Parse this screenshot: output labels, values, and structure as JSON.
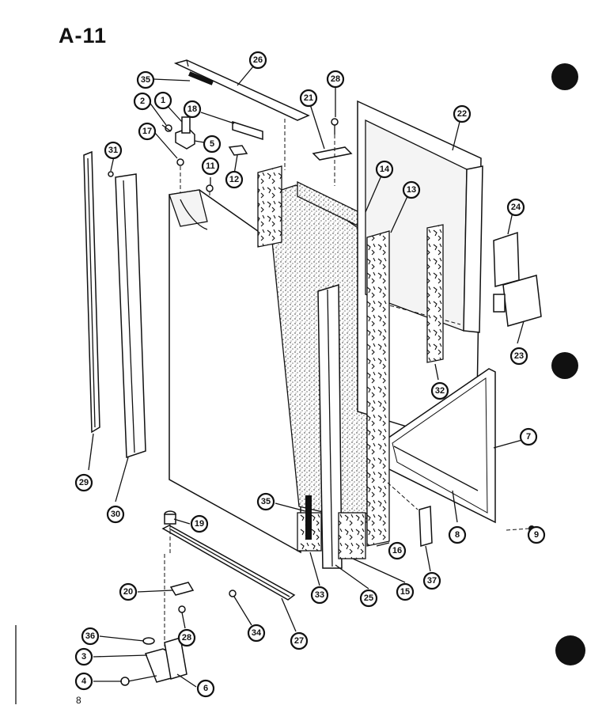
{
  "diagram": {
    "title": "A-11",
    "page_number": "8",
    "callouts": [
      "26",
      "35",
      "28",
      "2",
      "1",
      "18",
      "21",
      "22",
      "17",
      "5",
      "12",
      "31",
      "11",
      "14",
      "13",
      "24",
      "23",
      "32",
      "7",
      "8",
      "9",
      "29",
      "30",
      "35",
      "19",
      "16",
      "37",
      "33",
      "25",
      "15",
      "20",
      "27",
      "36",
      "28",
      "34",
      "3",
      "4",
      "6"
    ]
  }
}
